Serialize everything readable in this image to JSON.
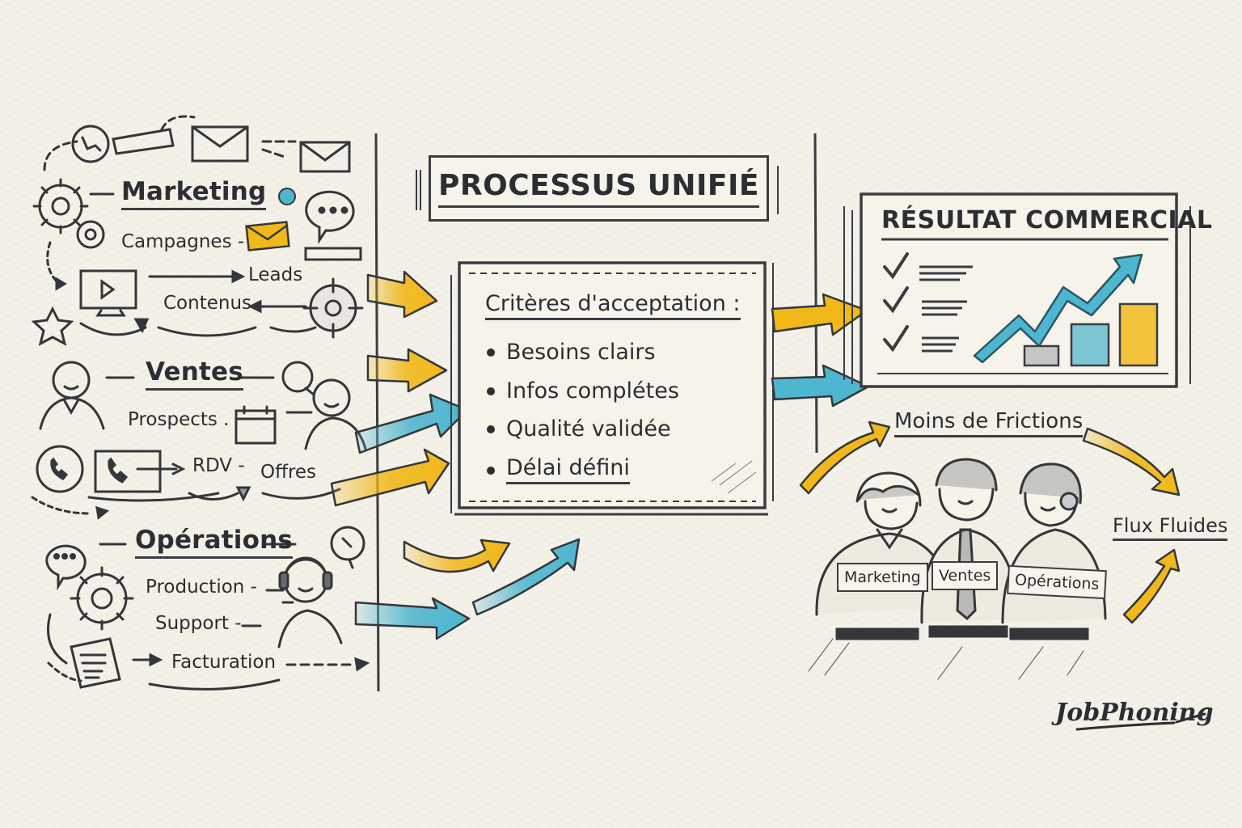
{
  "columns": {
    "marketing": {
      "title": "Marketing",
      "items": [
        "Campagnes -",
        "Leads",
        "Contenus"
      ],
      "icons": [
        "phone-icon",
        "envelope-icon",
        "envelope-icon",
        "gear-icon",
        "chat-bubble-icon",
        "envelope-yellow-icon",
        "monitor-play-icon",
        "target-icon",
        "star-icon"
      ]
    },
    "ventes": {
      "title": "Ventes",
      "items": [
        "Prospects .",
        "RDV -",
        "Offres"
      ],
      "icons": [
        "person-icon",
        "chat-bubble-icon",
        "calendar-icon",
        "phone-icon",
        "phone-screen-icon"
      ]
    },
    "operations": {
      "title": "Opérations",
      "items": [
        "Production -",
        "Support -",
        "Facturation"
      ],
      "icons": [
        "chat-bubble-icon",
        "gear-icon",
        "document-icon",
        "headset-agent-icon",
        "clock-bubble-icon"
      ]
    }
  },
  "center": {
    "title": "PROCESSUS UNIFIÉ",
    "criteria_heading": "Critères d'acceptation :",
    "criteria": [
      "Besoins clairs",
      "Infos complétes",
      "Qualité validée",
      "Délai défini"
    ]
  },
  "result": {
    "title": "RÉSULTAT COMMERCIAL",
    "checks": 3,
    "bars": [
      {
        "color": "#9c9c9c",
        "height": 0.25
      },
      {
        "color": "#56b7c9",
        "height": 0.6
      },
      {
        "color": "#eeb81c",
        "height": 0.85
      }
    ]
  },
  "outcomes": {
    "less_friction": "Moins de Frictions",
    "smooth_flow": "Flux Fluides",
    "team_badges": [
      "Marketing",
      "Ventes",
      "Opérations"
    ]
  },
  "brand": "JobPhoning",
  "colors": {
    "yellow": "#f1b81a",
    "blue": "#4fb6cf",
    "ink": "#2c2e31",
    "paper": "#f4f1e8"
  }
}
